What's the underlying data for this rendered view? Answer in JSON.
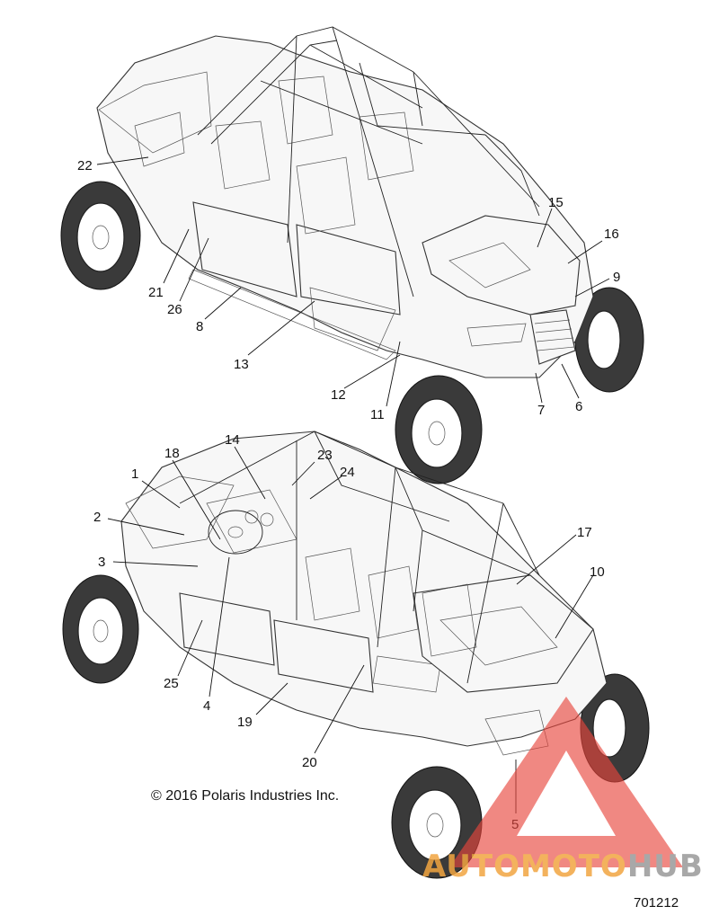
{
  "callouts_top": [
    {
      "id": "22",
      "label": "22"
    },
    {
      "id": "15",
      "label": "15"
    },
    {
      "id": "16",
      "label": "16"
    },
    {
      "id": "9",
      "label": "9"
    },
    {
      "id": "21",
      "label": "21"
    },
    {
      "id": "26",
      "label": "26"
    },
    {
      "id": "8",
      "label": "8"
    },
    {
      "id": "13",
      "label": "13"
    },
    {
      "id": "12",
      "label": "12"
    },
    {
      "id": "11",
      "label": "11"
    },
    {
      "id": "7",
      "label": "7"
    },
    {
      "id": "6",
      "label": "6"
    }
  ],
  "callouts_bottom": [
    {
      "id": "14",
      "label": "14"
    },
    {
      "id": "18",
      "label": "18"
    },
    {
      "id": "23",
      "label": "23"
    },
    {
      "id": "24",
      "label": "24"
    },
    {
      "id": "1",
      "label": "1"
    },
    {
      "id": "2",
      "label": "2"
    },
    {
      "id": "3",
      "label": "3"
    },
    {
      "id": "17",
      "label": "17"
    },
    {
      "id": "10",
      "label": "10"
    },
    {
      "id": "25",
      "label": "25"
    },
    {
      "id": "4",
      "label": "4"
    },
    {
      "id": "19",
      "label": "19"
    },
    {
      "id": "20",
      "label": "20"
    },
    {
      "id": "5",
      "label": "5"
    }
  ],
  "copyright": "© 2016 Polaris Industries Inc.",
  "figure_number": "701212",
  "watermark": {
    "part1": "AUTOMOTO",
    "part2": "HUB",
    "color1": "#f2a541",
    "color2": "#9a9a9a",
    "triangle_color": "#e8453c"
  }
}
